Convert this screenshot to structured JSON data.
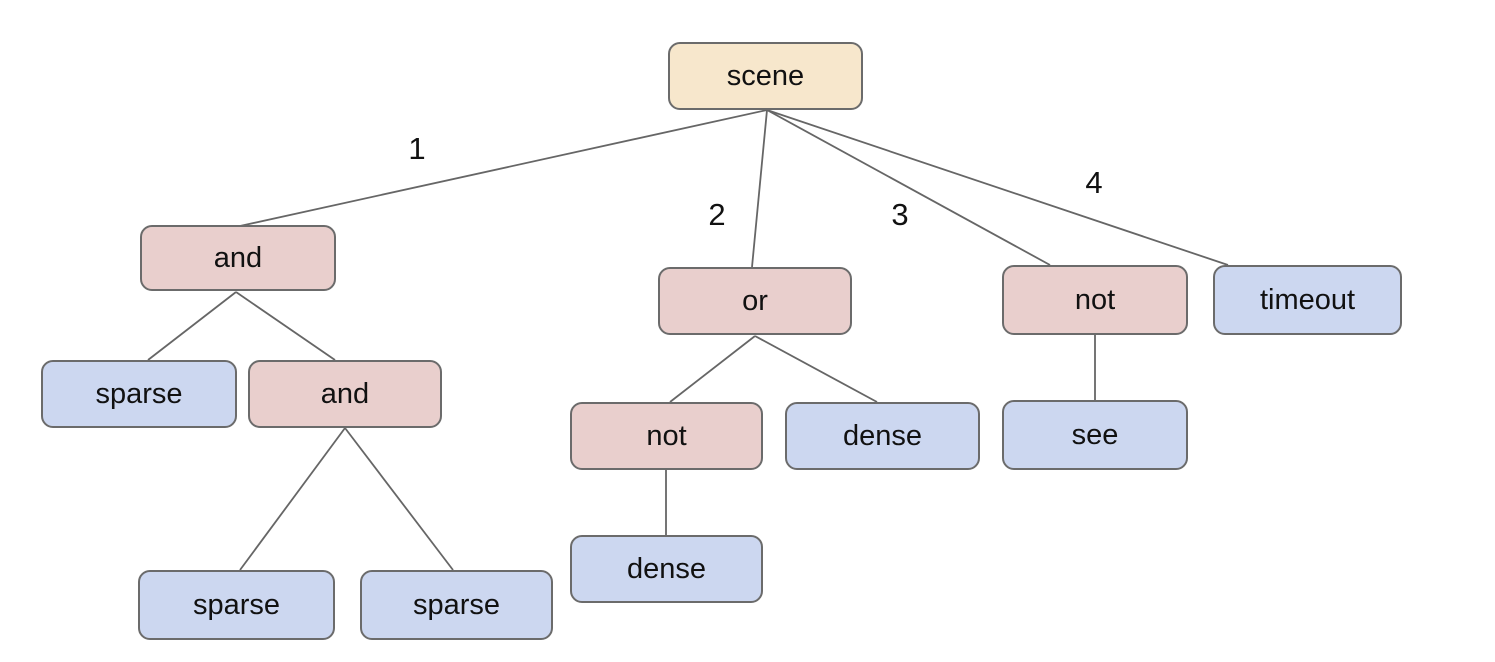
{
  "diagram": {
    "background": "#ffffff",
    "colors": {
      "root_fill": "#f7e7cc",
      "operator_fill": "#e9cfcd",
      "leaf_fill": "#ccd7f0",
      "node_border": "#6b6b6b",
      "edge_line": "#666666",
      "text": "#111111"
    },
    "nodes": [
      {
        "id": "scene",
        "label": "scene",
        "kind": "root"
      },
      {
        "id": "and-1",
        "label": "and",
        "kind": "operator"
      },
      {
        "id": "or",
        "label": "or",
        "kind": "operator"
      },
      {
        "id": "not-1",
        "label": "not",
        "kind": "operator"
      },
      {
        "id": "timeout",
        "label": "timeout",
        "kind": "leaf"
      },
      {
        "id": "sparse-1",
        "label": "sparse",
        "kind": "leaf"
      },
      {
        "id": "and-2",
        "label": "and",
        "kind": "operator"
      },
      {
        "id": "not-2",
        "label": "not",
        "kind": "operator"
      },
      {
        "id": "dense-1",
        "label": "dense",
        "kind": "leaf"
      },
      {
        "id": "see",
        "label": "see",
        "kind": "leaf"
      },
      {
        "id": "dense-2",
        "label": "dense",
        "kind": "leaf"
      },
      {
        "id": "sparse-2",
        "label": "sparse",
        "kind": "leaf"
      },
      {
        "id": "sparse-3",
        "label": "sparse",
        "kind": "leaf"
      }
    ],
    "edges": [
      {
        "from": "scene",
        "to": "and-1",
        "label": "1"
      },
      {
        "from": "scene",
        "to": "or",
        "label": "2"
      },
      {
        "from": "scene",
        "to": "not-1",
        "label": "3"
      },
      {
        "from": "scene",
        "to": "timeout",
        "label": "4"
      },
      {
        "from": "and-1",
        "to": "sparse-1"
      },
      {
        "from": "and-1",
        "to": "and-2"
      },
      {
        "from": "and-2",
        "to": "sparse-2"
      },
      {
        "from": "and-2",
        "to": "sparse-3"
      },
      {
        "from": "or",
        "to": "not-2"
      },
      {
        "from": "or",
        "to": "dense-1"
      },
      {
        "from": "not-2",
        "to": "dense-2"
      },
      {
        "from": "not-1",
        "to": "see"
      }
    ]
  }
}
